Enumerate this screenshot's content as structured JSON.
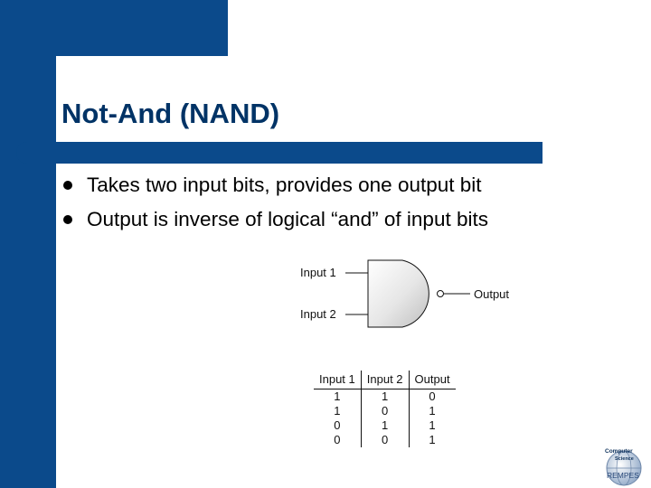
{
  "slide": {
    "title": "Not-And (NAND)",
    "bullets": [
      "Takes two input bits, provides one output bit",
      "Output is inverse of logical “and” of input bits"
    ]
  },
  "gate_diagram": {
    "input1_label": "Input 1",
    "input2_label": "Input 2",
    "output_label": "Output"
  },
  "truth_table": {
    "headers": [
      "Input 1",
      "Input 2",
      "Output"
    ],
    "rows": [
      [
        "1",
        "1",
        "0"
      ],
      [
        "1",
        "0",
        "1"
      ],
      [
        "0",
        "1",
        "1"
      ],
      [
        "0",
        "0",
        "1"
      ]
    ]
  },
  "logo": {
    "line1": "Computer",
    "line2": "Science",
    "line3": "REMPES"
  },
  "colors": {
    "theme_blue": "#0b4a8b",
    "title_text": "#003366"
  }
}
